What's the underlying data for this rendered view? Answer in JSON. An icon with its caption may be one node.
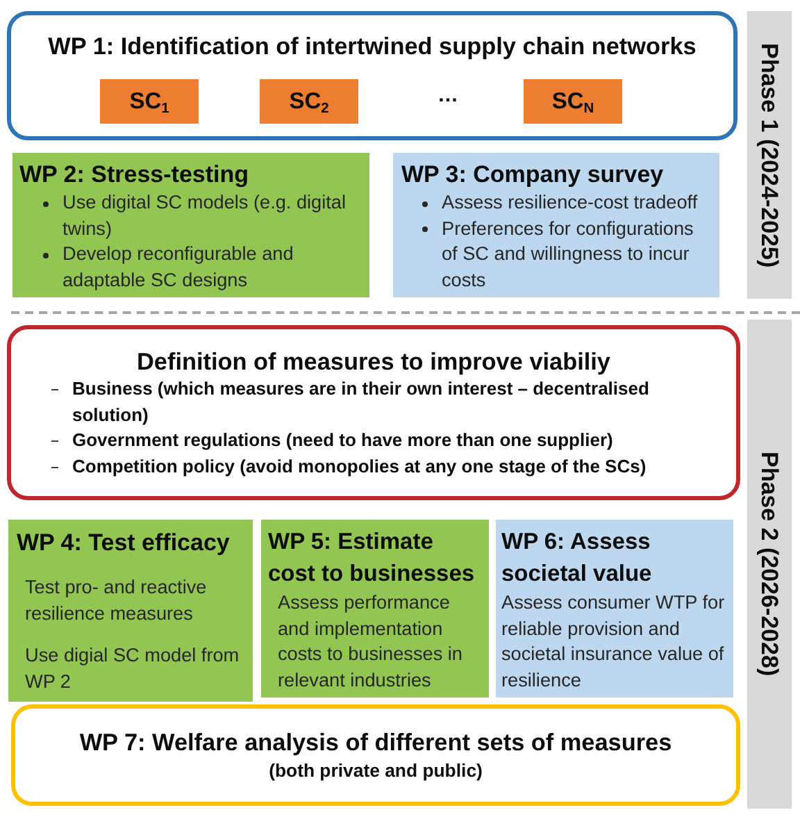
{
  "diagram": {
    "nodes": [
      {
        "text": [
          "WP 1: Identification of intertwined supply chain networks"
        ]
      },
      {
        "text": [
          "SC$_{1}$"
        ],
        "in": 0
      },
      {
        "text": [
          "SC$_{2}$"
        ],
        "in": 0
      },
      {
        "text": [
          "SC$_{N}$"
        ],
        "in": 0
      },
      {
        "text": [
          "WP 2: Stress-testing",
          "Use digital SC models (e.g. digital twins)",
          "Develop reconfigurable and adaptable SC designs"
        ]
      },
      {
        "text": [
          "WP 3: Company survey",
          "Assess resilience-cost tradeoff",
          "Preferences for configurations of SC and willingness to incur costs"
        ]
      },
      {
        "text": [
          "Definition of measures to improve viabiliy",
          "Business (which measures are in their own interest – decentralised solution)",
          "Government regulations (need to have more than one supplier)",
          "Competition policy (avoid monopolies at any one stage of the SCs)"
        ]
      },
      {
        "text": [
          "WP 4: Test efficacy",
          "Test pro- and reactive resilience measures",
          "Use digial SC model from WP 2"
        ]
      },
      {
        "text": [
          "WP 5: Estimate cost to businesses",
          "Assess performance and implementation costs to businesses in relevant industries"
        ]
      },
      {
        "text": [
          "WP 6: Assess societal value",
          "Assess consumer WTP for reliable provision and societal insurance value of resilience"
        ]
      },
      {
        "text": [
          "WP 7: Welfare analysis of different sets of measures",
          "(both private and public)"
        ]
      },
      {
        "text": [
          "Phase 1 (2024-2025)"
        ]
      },
      {
        "text": [
          "Phase 2 (2026-2028)"
        ]
      }
    ],
    "labels": [
      "…"
    ]
  }
}
